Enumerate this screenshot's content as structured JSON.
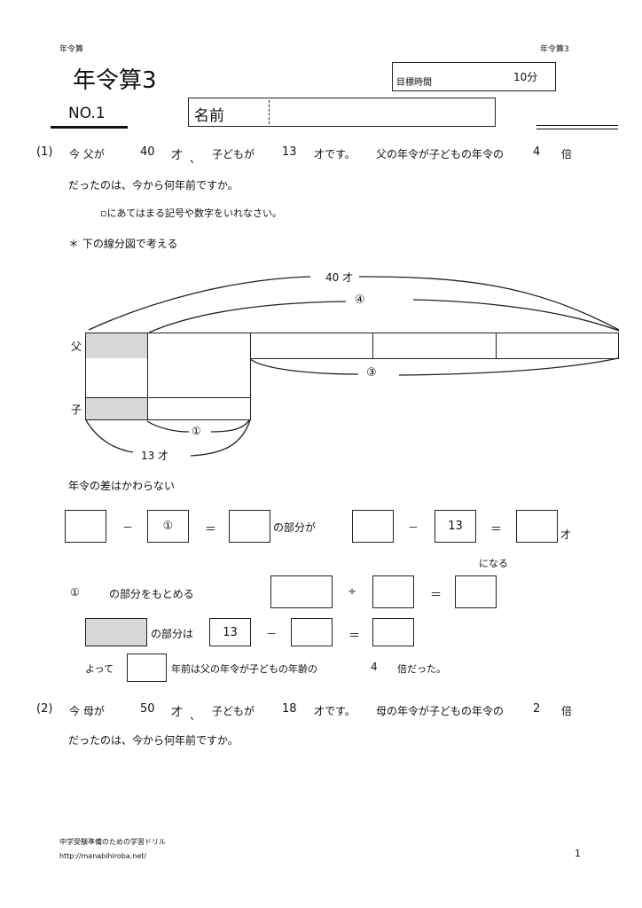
{
  "header": {
    "top_left": "年令算",
    "top_right": "年令算3",
    "title": "年令算3",
    "target_label": "目標時間",
    "target_value": "10分",
    "number": "NO.1",
    "name_label": "名前"
  },
  "q1": {
    "num": "(1)",
    "line1": [
      "今 父が",
      "40",
      "才",
      "、",
      "子どもが",
      "13",
      "才です。",
      "父の年令が子どもの年令の",
      "4",
      "倍"
    ],
    "line2": "だったのは、今から何年前ですか。",
    "instruction": "▫にあてはまる記号や数字をいれなさい。",
    "hint": "＊  下の線分図で考える"
  },
  "diagram": {
    "label_father": "父",
    "label_child": "子",
    "top_value": "40 才",
    "top_circle": "④",
    "mid_circle": "③",
    "child_circle": "①",
    "child_value": "13 才"
  },
  "work": {
    "note": "年令の差はかわらない",
    "row1": {
      "box2": "①",
      "minus": "－",
      "equals": "＝",
      "part_label": "の部分が",
      "box5": "13",
      "unit": "才",
      "becomes": "になる"
    },
    "row2": {
      "label_num": "①",
      "label": "の部分をもとめる",
      "divide": "÷",
      "equals": "＝"
    },
    "row3": {
      "part_label": "の部分は",
      "box": "13",
      "minus": "－",
      "equals": "＝"
    },
    "row4": {
      "prefix": "よって",
      "suffix": "年前は父の年令が子どもの年齢の",
      "times": "4",
      "end": "倍だった。"
    }
  },
  "q2": {
    "num": "(2)",
    "line1": [
      "今 母が",
      "50",
      "才",
      "、",
      "子どもが",
      "18",
      "才です。",
      "母の年令が子どもの年令の",
      "2",
      "倍"
    ],
    "line2": "だったのは、今から何年前ですか。"
  },
  "footer": {
    "line1": "中学受験準備のための学習ドリル",
    "line2": "http://manabihiroba.net/",
    "page": "1"
  }
}
